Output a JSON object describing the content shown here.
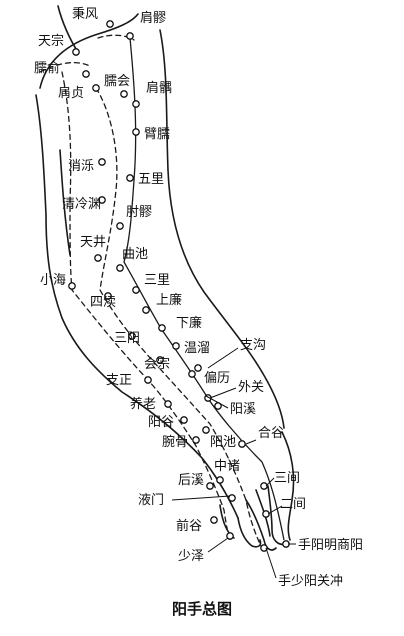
{
  "caption": "阳手总图",
  "points": [
    {
      "id": "bingfeng",
      "label": "秉风"
    },
    {
      "id": "jianliao",
      "label": "肩髎"
    },
    {
      "id": "tianzong",
      "label": "天宗"
    },
    {
      "id": "naoshu",
      "label": "臑俞"
    },
    {
      "id": "jianzhen",
      "label": "肩贞"
    },
    {
      "id": "naohui",
      "label": "臑会"
    },
    {
      "id": "jianyu",
      "label": "肩髃"
    },
    {
      "id": "binao",
      "label": "臂臑"
    },
    {
      "id": "xiaoluo",
      "label": "消泺"
    },
    {
      "id": "wuli",
      "label": "五里"
    },
    {
      "id": "qinglengyuan",
      "label": "清冷渊"
    },
    {
      "id": "zhouliao",
      "label": "肘髎"
    },
    {
      "id": "tianjing",
      "label": "天井"
    },
    {
      "id": "quchi",
      "label": "曲池"
    },
    {
      "id": "xiaohai",
      "label": "小海"
    },
    {
      "id": "sanli",
      "label": "三里"
    },
    {
      "id": "sidu",
      "label": "四渎"
    },
    {
      "id": "shanglian",
      "label": "上廉"
    },
    {
      "id": "xialian",
      "label": "下廉"
    },
    {
      "id": "sanyang",
      "label": "三阳"
    },
    {
      "id": "wenliu",
      "label": "温溜"
    },
    {
      "id": "zhigou",
      "label": "支沟"
    },
    {
      "id": "huizong",
      "label": "会宗"
    },
    {
      "id": "pianli",
      "label": "偏历"
    },
    {
      "id": "zhizheng",
      "label": "支正"
    },
    {
      "id": "waiguan",
      "label": "外关"
    },
    {
      "id": "yanglao",
      "label": "养老"
    },
    {
      "id": "yangxi",
      "label": "阳溪"
    },
    {
      "id": "yanggu",
      "label": "阳谷"
    },
    {
      "id": "hegu",
      "label": "合谷"
    },
    {
      "id": "wangu",
      "label": "腕骨"
    },
    {
      "id": "yangchi",
      "label": "阳池"
    },
    {
      "id": "zhongzhu",
      "label": "中诸"
    },
    {
      "id": "sanjian",
      "label": "三间"
    },
    {
      "id": "houxi",
      "label": "后溪"
    },
    {
      "id": "erjian",
      "label": "二间"
    },
    {
      "id": "yemen",
      "label": "液门"
    },
    {
      "id": "qiangu",
      "label": "前谷"
    },
    {
      "id": "shangyang",
      "label": "手阳明商阳"
    },
    {
      "id": "shaoze",
      "label": "少泽"
    },
    {
      "id": "guanchong",
      "label": "手少阳关冲"
    }
  ]
}
